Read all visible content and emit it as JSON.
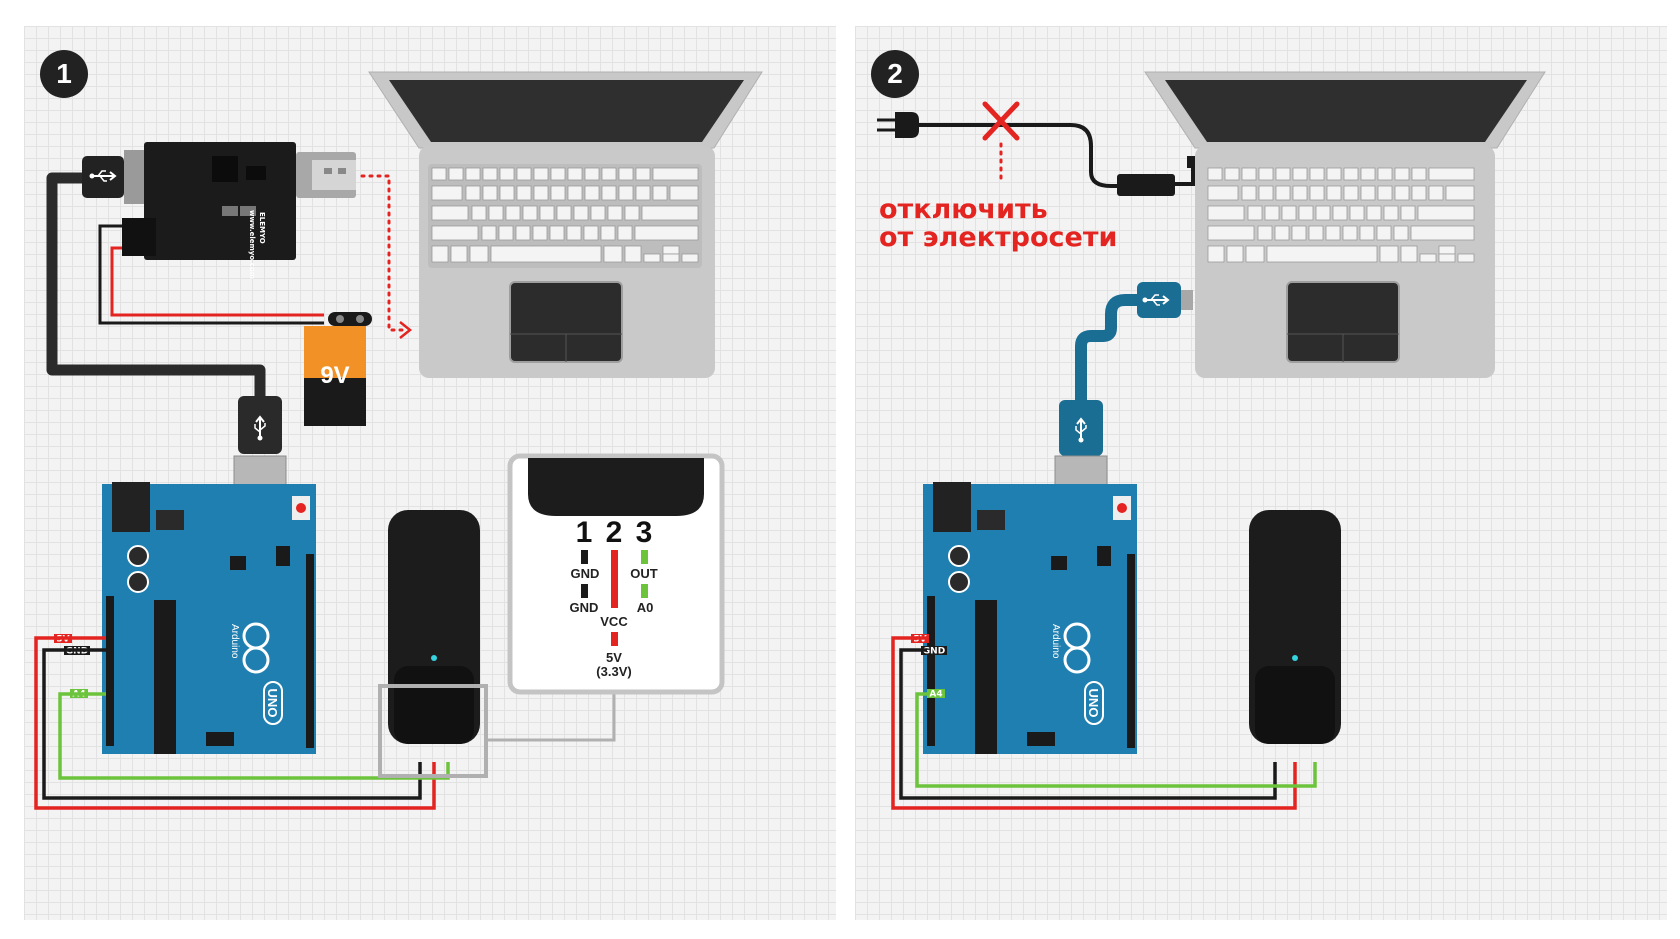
{
  "panels": [
    {
      "step": "1",
      "adapter_brand": "ELEMYO",
      "adapter_url": "www.elemyo.com",
      "battery_label": "9V",
      "board_logo": "UNO",
      "board_name": "Arduino",
      "wire_tags": {
        "5v": "5V",
        "gnd": "GND",
        "a4": "A4"
      },
      "pinout": {
        "pins": [
          "1",
          "2",
          "3"
        ],
        "gnd_top": "GND",
        "gnd_bottom": "GND",
        "out": "OUT",
        "a0": "A0",
        "vcc": "VCC",
        "supply": "5V",
        "supply_alt": "(3.3V)"
      }
    },
    {
      "step": "2",
      "unplug_line1": "отключить",
      "unplug_line2": "от электросети",
      "board_logo": "UNO",
      "board_name": "Arduino",
      "wire_tags": {
        "5v": "5V",
        "gnd": "GND",
        "a4": "A4"
      }
    }
  ],
  "colors": {
    "board": "#1f7fb0",
    "wire_red": "#e32420",
    "wire_black": "#1a1a1a",
    "wire_green": "#6cc33c",
    "usb_cable": "#1b6e93",
    "battery_orange": "#f29126",
    "laptop": "#c8c8c8",
    "sensor": "#1c1c1c"
  },
  "icons": [
    "usb-icon",
    "laptop-icon",
    "power-plug-icon",
    "cross-icon",
    "dotted-arrow-icon"
  ]
}
